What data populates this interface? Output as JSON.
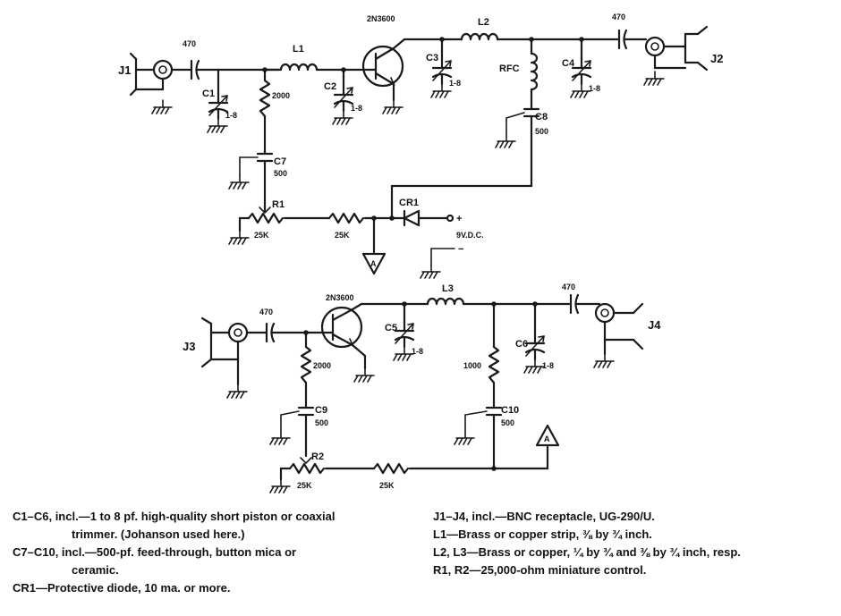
{
  "title": "",
  "transistors": {
    "t1": "2N3600",
    "t2": "2N3600"
  },
  "connectors": {
    "j1": "J1",
    "j2": "J2",
    "j3": "J3",
    "j4": "J4"
  },
  "inductors": {
    "l1": "L1",
    "l2": "L2",
    "l3": "L3",
    "rfc": "RFC"
  },
  "capacitors": {
    "c1": "C1",
    "c2": "C2",
    "c3": "C3",
    "c4": "C4",
    "c5": "C5",
    "c6": "C6",
    "c7": "C7",
    "c8": "C8",
    "c9": "C9",
    "c10": "C10",
    "trimmer_value": "1-8",
    "coupling_value": "470",
    "feedthrough_value": "500"
  },
  "resistors": {
    "r1": "R1",
    "r2": "R2",
    "value_2000": "2000",
    "value_1000": "1000",
    "value_25k": "25K"
  },
  "diode": {
    "cr1": "CR1"
  },
  "supply": {
    "plus": "+",
    "minus": "−",
    "voltage": "9V.D.C."
  },
  "junction": {
    "a": "A"
  },
  "legend": {
    "left": [
      "C1–C6, incl.—1 to 8 pf. high-quality short piston or coaxial",
      "trimmer. (Johanson used here.)",
      "C7–C10, incl.—500-pf. feed-through, button mica or",
      "ceramic.",
      "CR1—Protective diode, 10 ma. or more."
    ],
    "right": [
      "J1–J4, incl.—BNC receptacle, UG-290/U.",
      "L1—Brass or copper strip, ⅜ by ¾ inch.",
      "L2, L3—Brass or copper, ¼ by ¾ and ⅜ by ¾ inch, resp.",
      "R1, R2—25,000-ohm miniature control."
    ]
  }
}
